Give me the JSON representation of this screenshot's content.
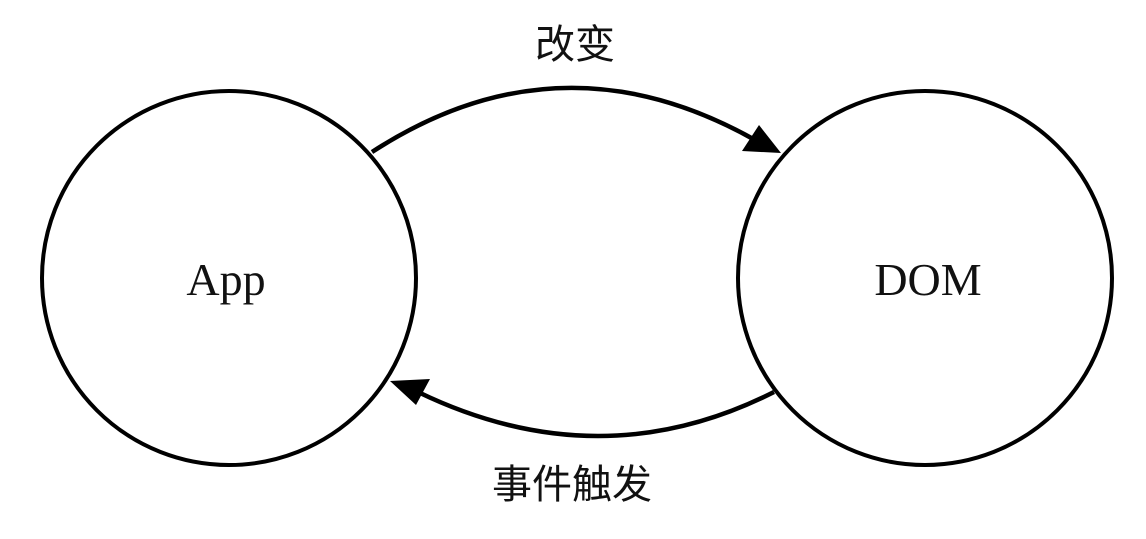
{
  "nodes": {
    "app": {
      "label": "App"
    },
    "dom": {
      "label": "DOM"
    }
  },
  "edges": {
    "app_to_dom": {
      "label": "改变"
    },
    "dom_to_app": {
      "label": "事件触发"
    }
  },
  "colors": {
    "stroke": "#000000",
    "background": "#ffffff"
  }
}
